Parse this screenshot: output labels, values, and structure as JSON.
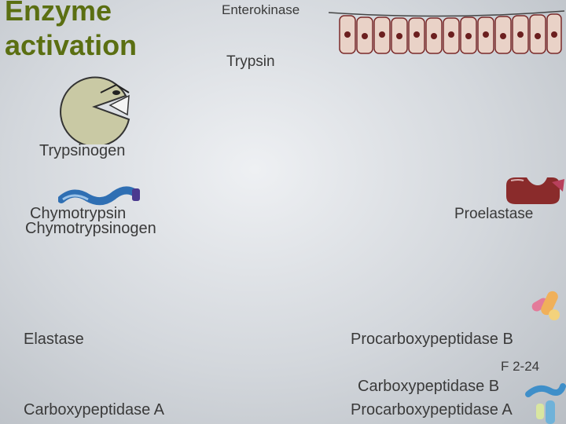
{
  "title": {
    "line1": "Enzyme",
    "line2": "activation"
  },
  "labels": {
    "enterokinase": "Enterokinase",
    "trypsin": "Trypsin",
    "trypsinogen": "Trypsinogen",
    "chymotrypsin": "Chymotrypsin",
    "chymotrypsinogen": "Chymotrypsinogen",
    "proelastase": "Proelastase",
    "elastase": "Elastase",
    "procarboxypeptidase_b": "Procarboxypeptidase B",
    "figure_code": "F 2-24",
    "carboxypeptidase_b": "Carboxypeptidase B",
    "carboxypeptidase_a": "Carboxypeptidase A",
    "procarboxypeptidase_a": "Procarboxypeptidase A"
  },
  "colors": {
    "title": "#5b6f12",
    "text": "#3a3a3a",
    "trypsin_body": "#c9c9a4",
    "chymotrypsinogen": "#2f6fb3",
    "proelastase": "#8a2b2b",
    "procarboxypeptidase_b": "#e37b9a"
  },
  "icons": [
    "intestinal-epithelium-icon",
    "trypsin-pacman-icon",
    "chymotrypsinogen-ribbon-icon",
    "proelastase-icon",
    "procarboxypeptidase-b-icon",
    "procarboxypeptidase-a-icon"
  ]
}
